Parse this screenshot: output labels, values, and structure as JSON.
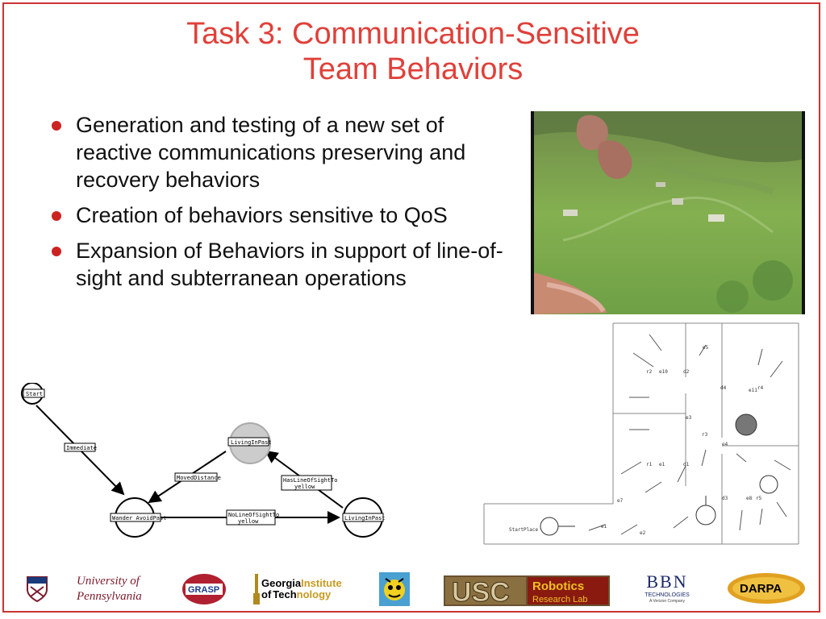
{
  "title": {
    "line1": "Task 3:  Communication-Sensitive",
    "line2": "Team Behaviors"
  },
  "bullets": [
    {
      "text": "Generation and testing of a new set of reactive communications preserving and recovery behaviors"
    },
    {
      "text": "Creation of behaviors sensitive to QoS"
    },
    {
      "text": "Expansion of Behaviors in support of line-of-sight and subterranean operations"
    }
  ],
  "fsm": {
    "start": "Start",
    "immediate": "Immediate",
    "living_top": "LivingInPast",
    "moved": "MovedDistance",
    "has_los_1": "HasLineOfSightTo",
    "has_los_2": "yellow",
    "wander": "Wander_AvoidPast",
    "no_los_1": "NoLineOfSightTo",
    "no_los_2": "yellow",
    "living_right": "LivingInPast"
  },
  "map": {
    "start_place": "StartPlace",
    "labels": [
      "r2",
      "e10",
      "d2",
      "e5",
      "d4",
      "e11",
      "r4",
      "e3",
      "r3",
      "e4",
      "r1",
      "e1",
      "d1",
      "e7",
      "d3",
      "e8",
      "r5",
      "e1",
      "e2"
    ]
  },
  "logos": {
    "upenn_line1": "University of",
    "upenn_line2": "Pennsylvania",
    "grasp": "GRASP",
    "gatech_a1": "Georgia",
    "gatech_a2": "Institute",
    "gatech_b1": "of",
    "gatech_b2": "Tech",
    "gatech_b3": "nology",
    "usc": "USC",
    "robotics": "Robotics",
    "research_lab": "Research Lab",
    "bbn": "BBN",
    "bbn_sub": "TECHNOLOGIES",
    "bbn_sub2": "A Verizon Company",
    "darpa": "DARPA"
  }
}
